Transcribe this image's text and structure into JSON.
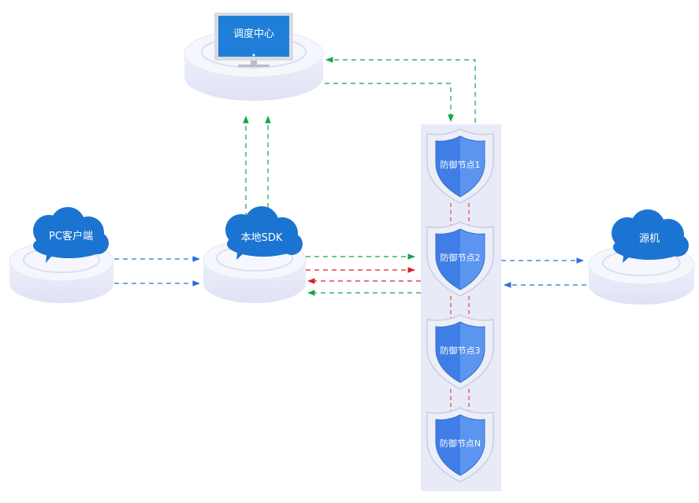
{
  "nodes": {
    "dispatch_center": {
      "label": "调度中心"
    },
    "pc_client": {
      "label": "PC客户端"
    },
    "local_sdk": {
      "label": "本地SDK"
    },
    "origin": {
      "label": "源机"
    }
  },
  "defense_nodes": [
    {
      "label": "防御节点1"
    },
    {
      "label": "防御节点2"
    },
    {
      "label": "防御节点3"
    },
    {
      "label": "防御节点N"
    }
  ],
  "colors": {
    "green": "#16a34a",
    "blue": "#2e6fd6",
    "red": "#e11d2a",
    "cloud": "#1b74d1",
    "shield": "#4a86e8",
    "panel": "#e9eaf8"
  }
}
